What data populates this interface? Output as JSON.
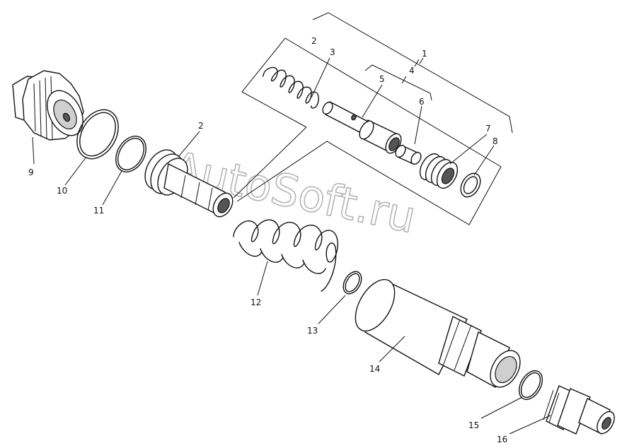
{
  "watermark": "AutoSoft.ru",
  "labels": {
    "l1": "1",
    "l2a": "2",
    "l3": "3",
    "l4": "4",
    "l5": "5",
    "l6": "6",
    "l7": "7",
    "l8": "8",
    "l9": "9",
    "l10": "10",
    "l11": "11",
    "l2b": "2",
    "l12": "12",
    "l13": "13",
    "l14": "14",
    "l15": "15",
    "l16": "16"
  }
}
